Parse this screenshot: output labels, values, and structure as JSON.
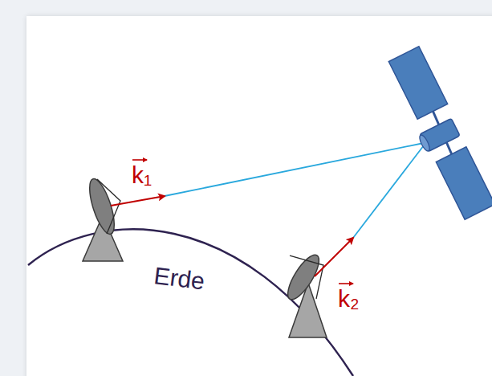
{
  "diagram": {
    "labels": [
      "k₁",
      "Erde",
      "k₂"
    ]
  }
}
